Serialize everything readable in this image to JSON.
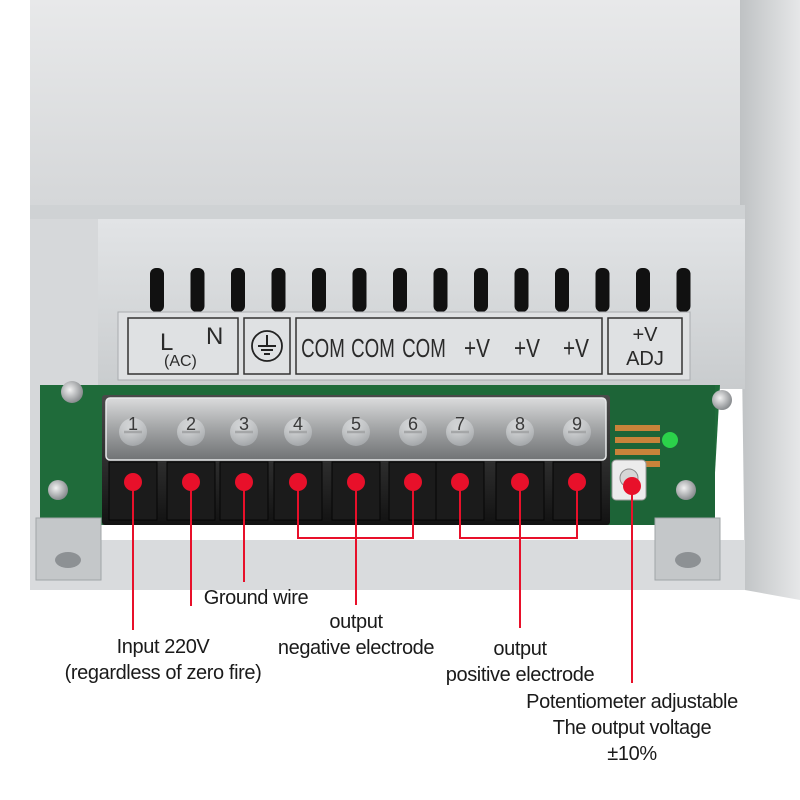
{
  "terminal_strip": {
    "ac_group": {
      "line": "L",
      "neutral": "N",
      "sub": "(AC)"
    },
    "ground_symbol": "earth-ground-icon",
    "outputs": [
      "COM",
      "COM",
      "COM",
      "+V",
      "+V",
      "+V"
    ],
    "adj": {
      "top": "+V",
      "bottom": "ADJ"
    }
  },
  "terminal_numbers": [
    "1",
    "2",
    "3",
    "4",
    "5",
    "6",
    "7",
    "8",
    "9"
  ],
  "marker_color": "#e8102a",
  "annotations": {
    "input_line1": "Input 220V",
    "input_line2": "(regardless of zero fire)",
    "ground": "Ground wire",
    "negative_line1": "output",
    "negative_line2": "negative electrode",
    "positive_line1": "output",
    "positive_line2": "positive electrode",
    "pot_line1": "Potentiometer adjustable",
    "pot_line2": "The output voltage",
    "pot_line3": "±10%"
  }
}
